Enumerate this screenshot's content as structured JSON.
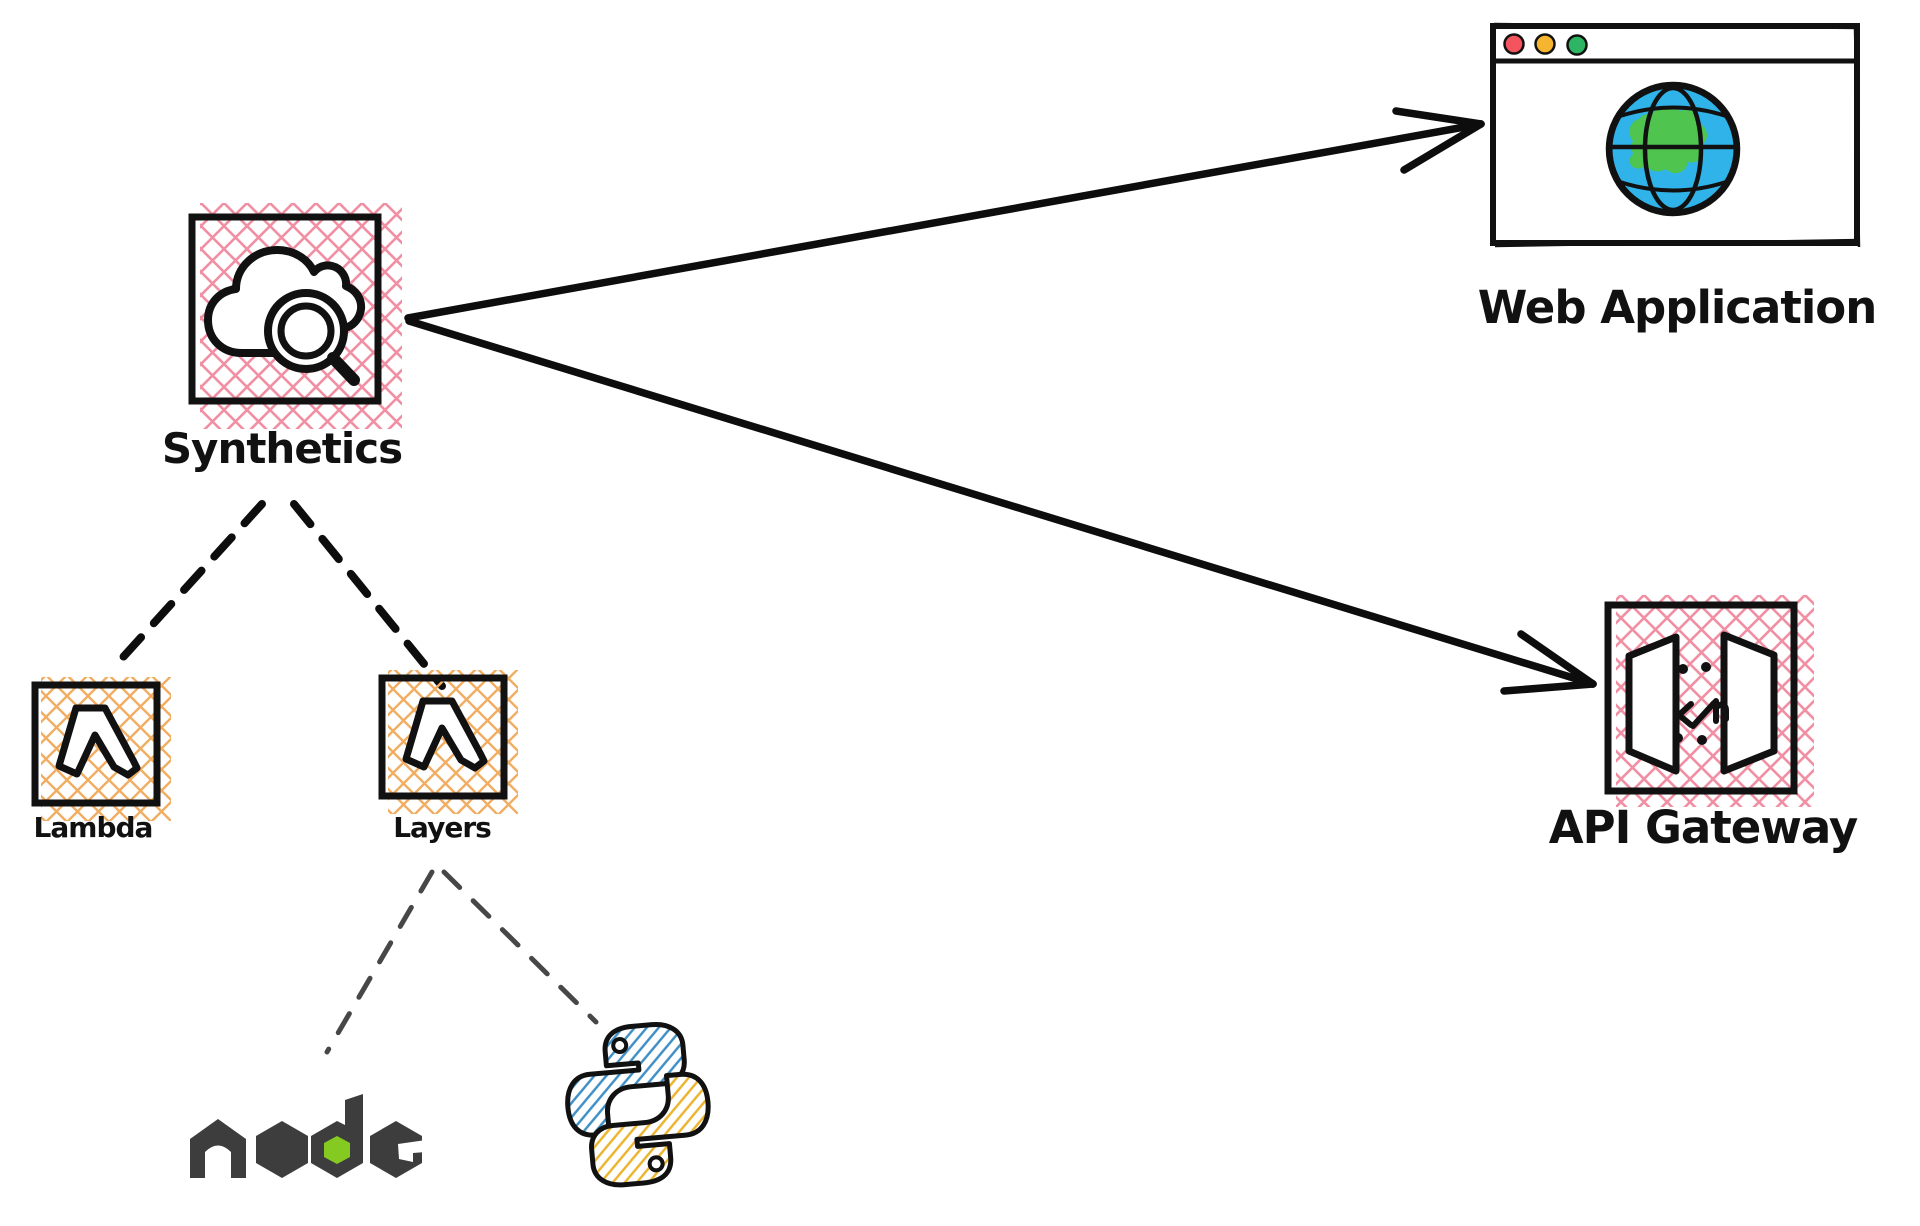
{
  "diagram": {
    "nodes": {
      "synthetics": {
        "label": "Synthetics",
        "icon": "cloudwatch-synthetics-icon"
      },
      "web_application": {
        "label": "Web Application",
        "icon": "browser-globe-icon"
      },
      "api_gateway": {
        "label": "API Gateway",
        "icon": "api-gateway-icon"
      },
      "lambda": {
        "label": "Lambda",
        "icon": "lambda-icon"
      },
      "layers": {
        "label": "Layers",
        "icon": "lambda-layers-icon"
      },
      "nodejs": {
        "label": "node",
        "icon": "nodejs-logo-icon"
      },
      "python": {
        "icon": "python-logo-icon"
      }
    },
    "edges": [
      {
        "from": "synthetics",
        "to": "web_application",
        "style": "solid-arrow"
      },
      {
        "from": "synthetics",
        "to": "api_gateway",
        "style": "solid-arrow"
      },
      {
        "from": "synthetics",
        "to": "lambda",
        "style": "dashed-black"
      },
      {
        "from": "synthetics",
        "to": "layers",
        "style": "dashed-black"
      },
      {
        "from": "layers",
        "to": "nodejs",
        "style": "dashed-gray"
      },
      {
        "from": "layers",
        "to": "python",
        "style": "dashed-gray"
      }
    ],
    "colors": {
      "stroke": "#111111",
      "pink_hatch": "#f18fa3",
      "orange_hatch": "#f1ad62",
      "gray_dash": "#474747",
      "node_gray": "#3d3d3d",
      "node_green": "#84ca20",
      "python_blue": "#3f8fc5",
      "python_yellow": "#ecb42e",
      "globe_blue": "#2fb3e8",
      "globe_green": "#4fc44f",
      "traffic_red": "#f4545e",
      "traffic_yellow": "#f5b52e",
      "traffic_green": "#2db563"
    }
  }
}
